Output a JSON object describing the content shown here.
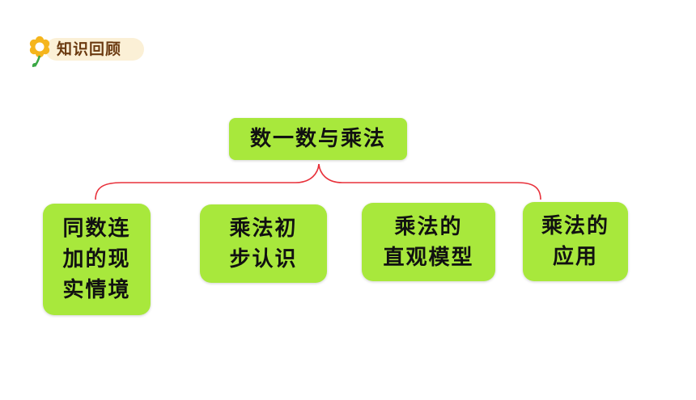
{
  "header": {
    "title": "知识回顾",
    "icon": "sunflower-icon"
  },
  "diagram": {
    "root": "数一数与乘法",
    "children": [
      "同数连\n加的现\n实情境",
      "乘法初\n步认识",
      "乘法的\n直观模型",
      "乘法的\n应用"
    ]
  },
  "colors": {
    "node_fill": "#a8e83c",
    "connector": "#e8303a",
    "header_pill": "#fbf0d6",
    "header_text": "#6b3a10",
    "flower_petal": "#f5b51c",
    "flower_center": "#ffffff",
    "stem": "#3aa845"
  }
}
